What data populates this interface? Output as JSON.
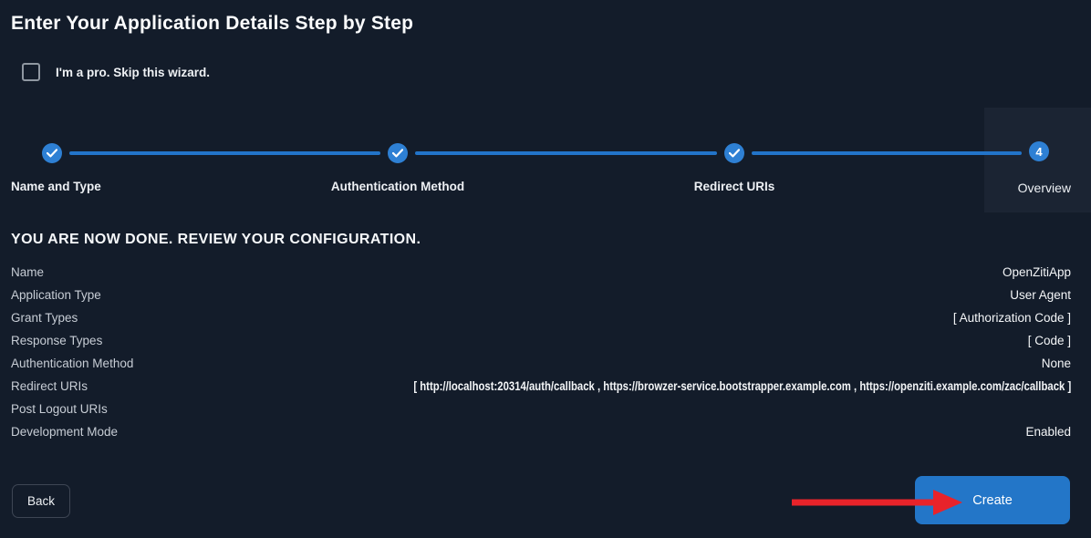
{
  "page": {
    "title": "Enter Your Application Details Step by Step",
    "skip_checkbox_label": "I'm a pro. Skip this wizard."
  },
  "stepper": {
    "steps": [
      {
        "label": "Name and Type",
        "state": "done",
        "indicator": "check"
      },
      {
        "label": "Authentication Method",
        "state": "done",
        "indicator": "check"
      },
      {
        "label": "Redirect URIs",
        "state": "done",
        "indicator": "check"
      },
      {
        "label": "Overview",
        "state": "current",
        "indicator": "4"
      }
    ]
  },
  "review": {
    "heading": "YOU ARE NOW DONE. REVIEW YOUR CONFIGURATION.",
    "rows": [
      {
        "label": "Name",
        "value": "OpenZitiApp"
      },
      {
        "label": "Application Type",
        "value": "User Agent"
      },
      {
        "label": "Grant Types",
        "value": "[ Authorization Code ]"
      },
      {
        "label": "Response Types",
        "value": "[ Code ]"
      },
      {
        "label": "Authentication Method",
        "value": "None"
      },
      {
        "label": "Redirect URIs",
        "value": "[ http://localhost:20314/auth/callback , https://browzer-service.bootstrapper.example.com , https://openziti.example.com/zac/callback ]"
      },
      {
        "label": "Post Logout URIs",
        "value": ""
      },
      {
        "label": "Development Mode",
        "value": "Enabled"
      }
    ]
  },
  "footer": {
    "back_label": "Back",
    "create_label": "Create"
  },
  "colors": {
    "background": "#131c2a",
    "current_step_background": "#1b2433",
    "step_accent_blue": "#2e80d4",
    "connector_blue": "#2274c9",
    "create_button_blue": "#2376c8",
    "annotation_arrow_red": "#e8232a"
  }
}
